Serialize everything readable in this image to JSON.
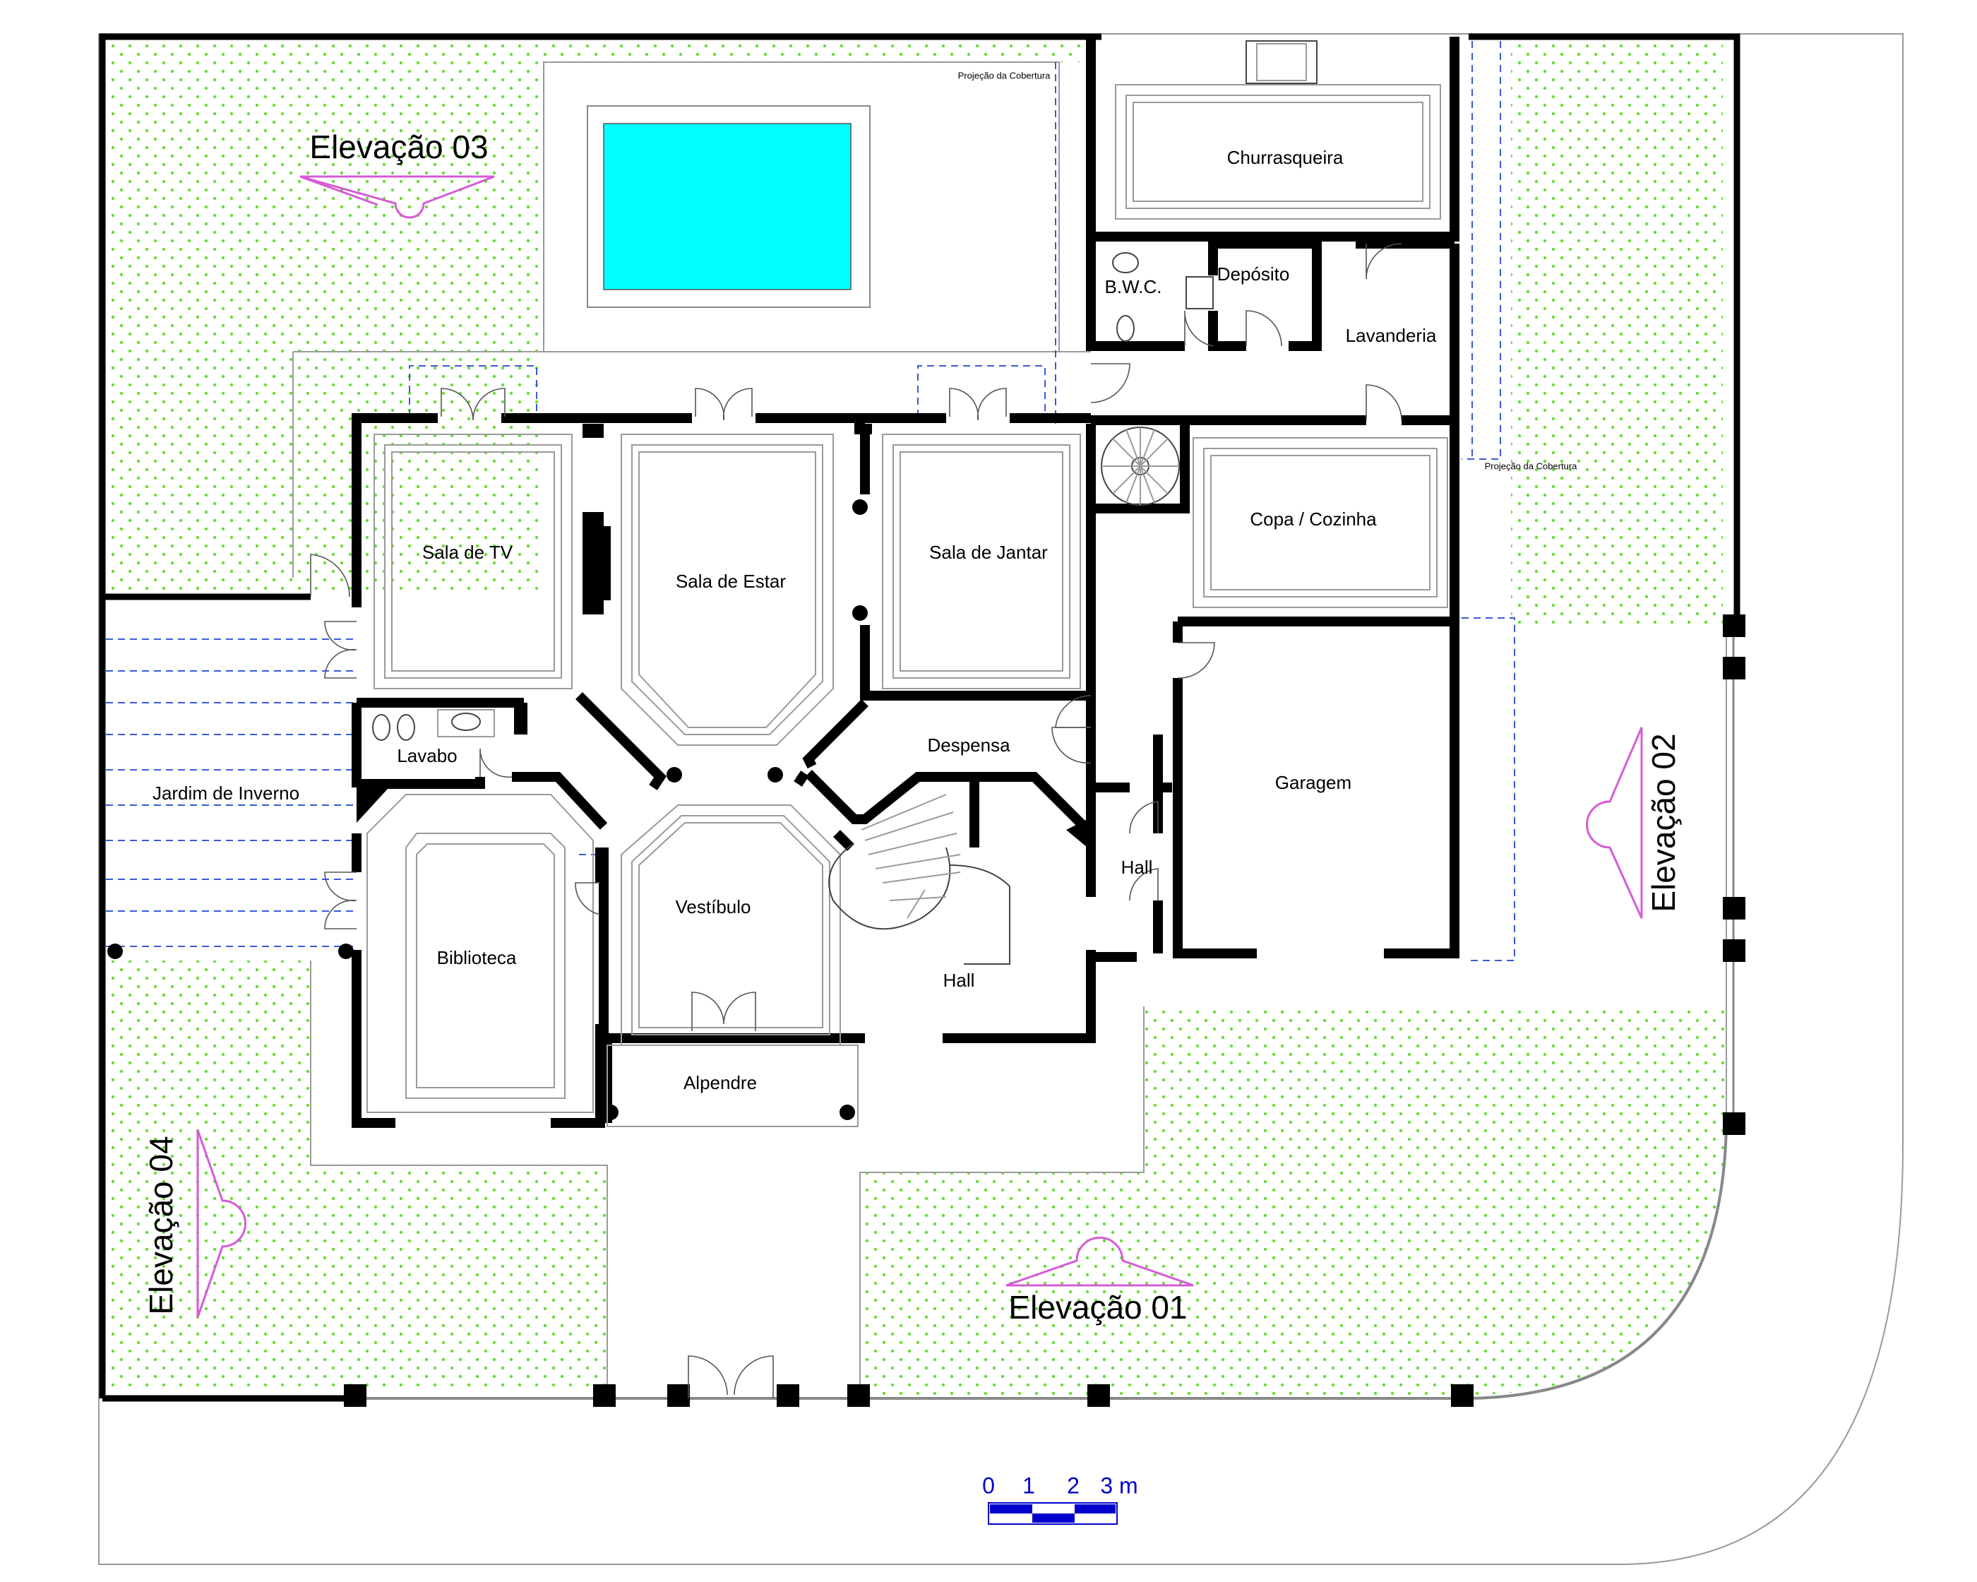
{
  "rooms": {
    "sala_tv": "Sala de TV",
    "sala_estar": "Sala de Estar",
    "sala_jantar": "Sala de Jantar",
    "churrasqueira": "Churrasqueira",
    "deposito": "Depósito",
    "bwc": "B.W.C.",
    "lavanderia": "Lavanderia",
    "copa_cozinha": "Copa / Cozinha",
    "despensa": "Despensa",
    "garagem": "Garagem",
    "hall_1": "Hall",
    "hall_2": "Hall",
    "lavabo": "Lavabo",
    "jardim_inverno": "Jardim de Inverno",
    "biblioteca": "Biblioteca",
    "vestibulo": "Vestíbulo",
    "alpendre": "Alpendre"
  },
  "elevations": {
    "e01": "Elevação 01",
    "e02": "Elevação 02",
    "e03": "Elevação 03",
    "e04": "Elevação 04"
  },
  "notes": {
    "roof_projection_1": "Projeção da Cobertura",
    "roof_projection_2": "Projeção da Cobertura"
  },
  "scale_bar": {
    "t0": "0",
    "t1": "1",
    "t2": "2",
    "t3": "3 m"
  },
  "colors": {
    "pool": "#00ffff",
    "garden_dots": "#66dd33",
    "walls": "#000000",
    "dashed_lines": "#3a5bd6",
    "elevation_markers": "#d65bd6",
    "scale_blue": "#0000cc"
  }
}
